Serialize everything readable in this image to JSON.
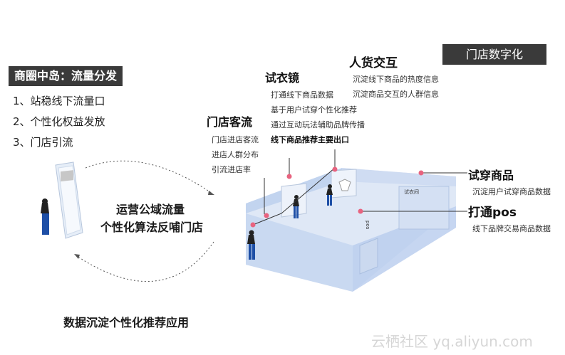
{
  "top_right_tag": "门店数字化",
  "left_panel": {
    "tag": "商圈中岛：流量分发",
    "items": [
      "1、站稳线下流量口",
      "2、个性化权益发放",
      "3、门店引流"
    ]
  },
  "center_text": [
    "运营公域流量",
    "个性化算法反哺门店"
  ],
  "bottom_text": "数据沉淀个性化推荐应用",
  "fitting_mirror": {
    "title": "试衣镜",
    "lines": [
      "打通线下商品数据",
      "基于用户试穿个性化推荐",
      "通过互动玩法辅助品牌传播",
      "线下商品推荐主要出口"
    ]
  },
  "interaction": {
    "title": "人货交互",
    "lines": [
      "沉淀线下商品的热度信息",
      "沉淀商品交互的人群信息"
    ]
  },
  "store_traffic": {
    "title": "门店客流",
    "lines": [
      "门店进店客流",
      "进店人群分布",
      "引流进店率"
    ]
  },
  "try_on_goods": {
    "title": "试穿商品",
    "lines": [
      "沉淀用户试穿商品数据"
    ]
  },
  "pos": {
    "title": "打通pos",
    "lines": [
      "线下品牌交易商品数据"
    ]
  },
  "room_labels": {
    "fitting_room": "试衣间",
    "pos_label": "pos"
  },
  "watermark": "云栖社区 yq.aliyun.com",
  "colors": {
    "dark_tag": "#3a3a3a",
    "room_blue": "#c9d9f2",
    "pin": "#e8637f"
  }
}
